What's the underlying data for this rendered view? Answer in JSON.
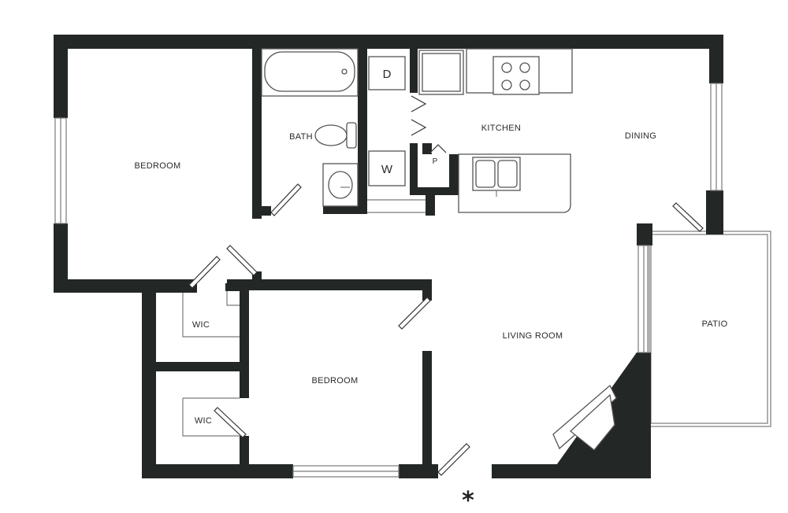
{
  "rooms": {
    "bedroom_1": "BEDROOM",
    "bath": "BATH",
    "kitchen": "KITCHEN",
    "dining": "DINING",
    "patio": "PATIO",
    "living_room": "LIVING ROOM",
    "wic_1": "WIC",
    "wic_2": "WIC",
    "bedroom_2": "BEDROOM"
  },
  "fixtures": {
    "dryer": "D",
    "washer": "W",
    "pantry": "P"
  },
  "entry_marker": "*"
}
